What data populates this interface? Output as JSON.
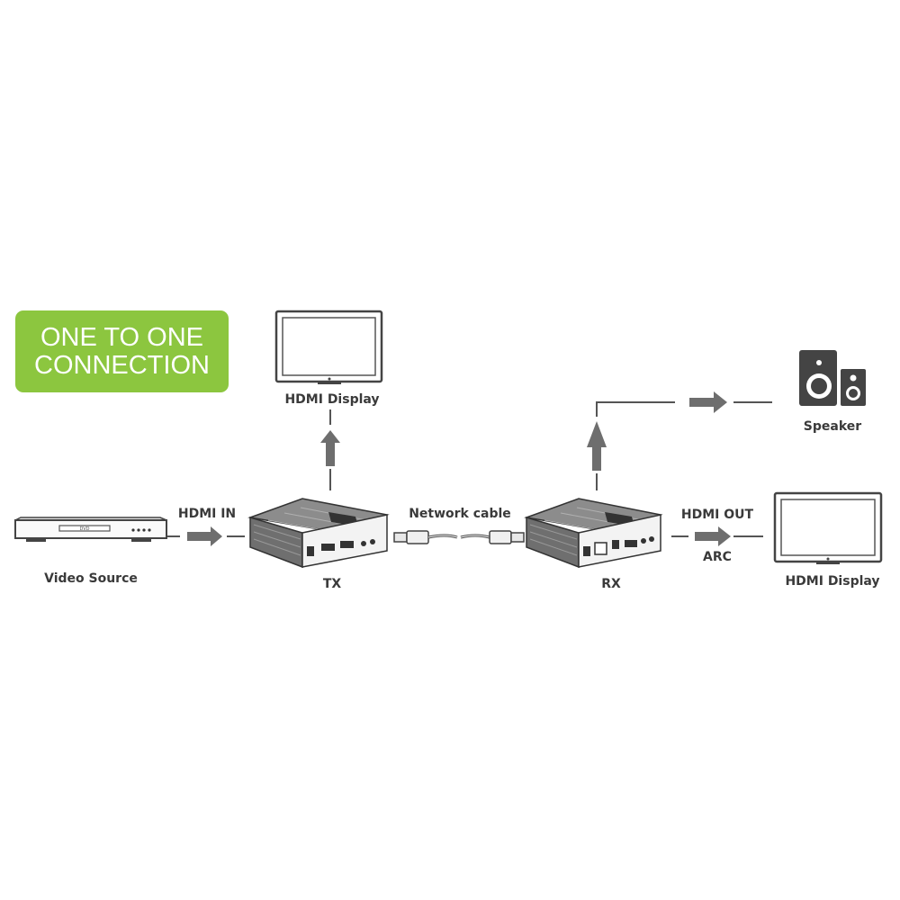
{
  "badge": {
    "line1": "ONE TO ONE",
    "line2": "CONNECTION"
  },
  "labels": {
    "tx_display": "HDMI Display",
    "speaker": "Speaker",
    "hdmi_in": "HDMI IN",
    "video_source": "Video Source",
    "network_cable": "Network cable",
    "tx": "TX",
    "rx": "RX",
    "hdmi_out": "HDMI OUT",
    "arc": "ARC",
    "rx_display": "HDMI Display"
  },
  "device_markings": {
    "dvd": "DVD"
  },
  "colors": {
    "badge": "#8cc63f",
    "arrow": "#6e6e6e",
    "line": "#555555",
    "device": "#4a4a4a"
  }
}
